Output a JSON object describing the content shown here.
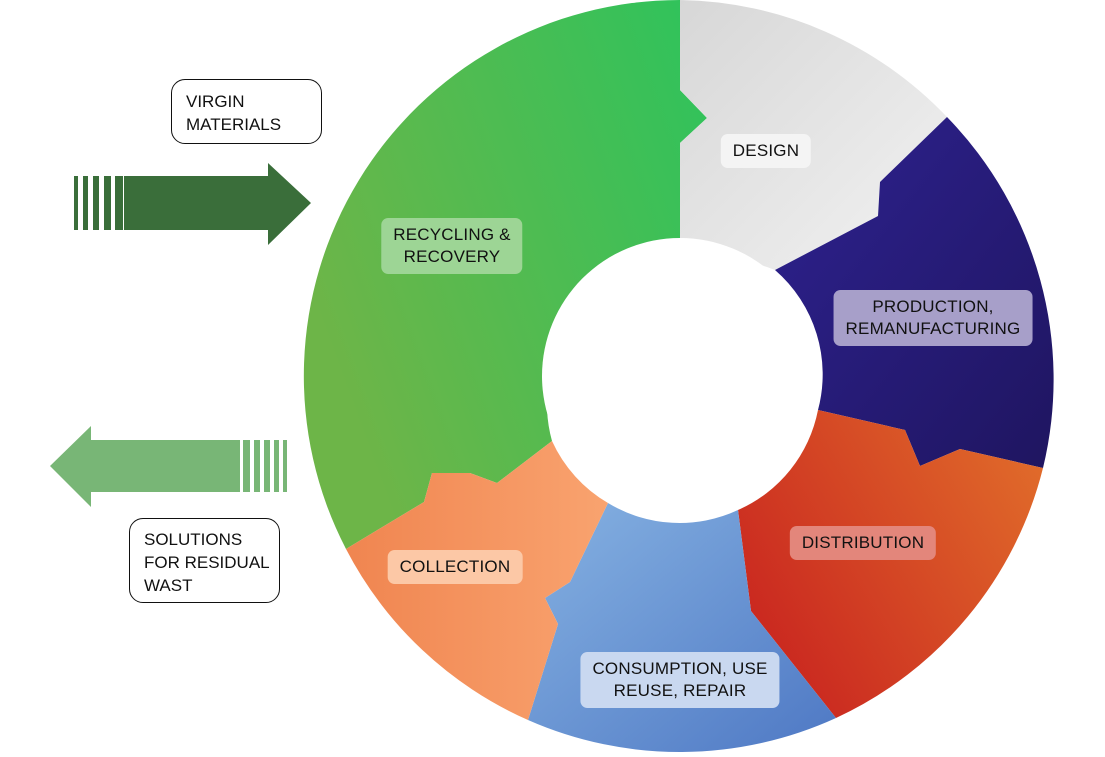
{
  "diagram": {
    "segments": [
      {
        "id": "design",
        "label": "DESIGN",
        "color_start": "#d7d7d7",
        "color_end": "#f2f2f2",
        "label_bg": "#f4f4f4"
      },
      {
        "id": "production",
        "label_lines": [
          "PRODUCTION,",
          "REMANUFACTURING"
        ],
        "color_start": "#2e2290",
        "color_end": "#1f1560",
        "label_bg": "#a79fc9"
      },
      {
        "id": "distribution",
        "label": "DISTRIBUTION",
        "color_start": "#c8221f",
        "color_end": "#e06a2a",
        "label_bg": "#e3867b"
      },
      {
        "id": "consumption",
        "label_lines": [
          "CONSUMPTION, USE",
          "REUSE, REPAIR"
        ],
        "color_start": "#86b2e2",
        "color_end": "#4e78c4",
        "label_bg": "#c9d8f0"
      },
      {
        "id": "collection",
        "label": "COLLECTION",
        "color_start": "#f08550",
        "color_end": "#f9a36f",
        "label_bg": "#fcc8a6"
      },
      {
        "id": "recycling",
        "label_lines": [
          "RECYCLING &",
          "RECOVERY"
        ],
        "color_start": "#6db548",
        "color_end": "#2ec35c",
        "label_bg": "#9dd595"
      }
    ],
    "inputs": {
      "virgin_materials": {
        "lines": [
          "VIRGIN",
          "MATERIALS"
        ],
        "arrow_color": "#3a6e3a"
      },
      "residual_waste": {
        "lines": [
          "SOLUTIONS",
          "FOR RESIDUAL",
          "WAST"
        ],
        "arrow_color": "#78b676"
      }
    }
  }
}
